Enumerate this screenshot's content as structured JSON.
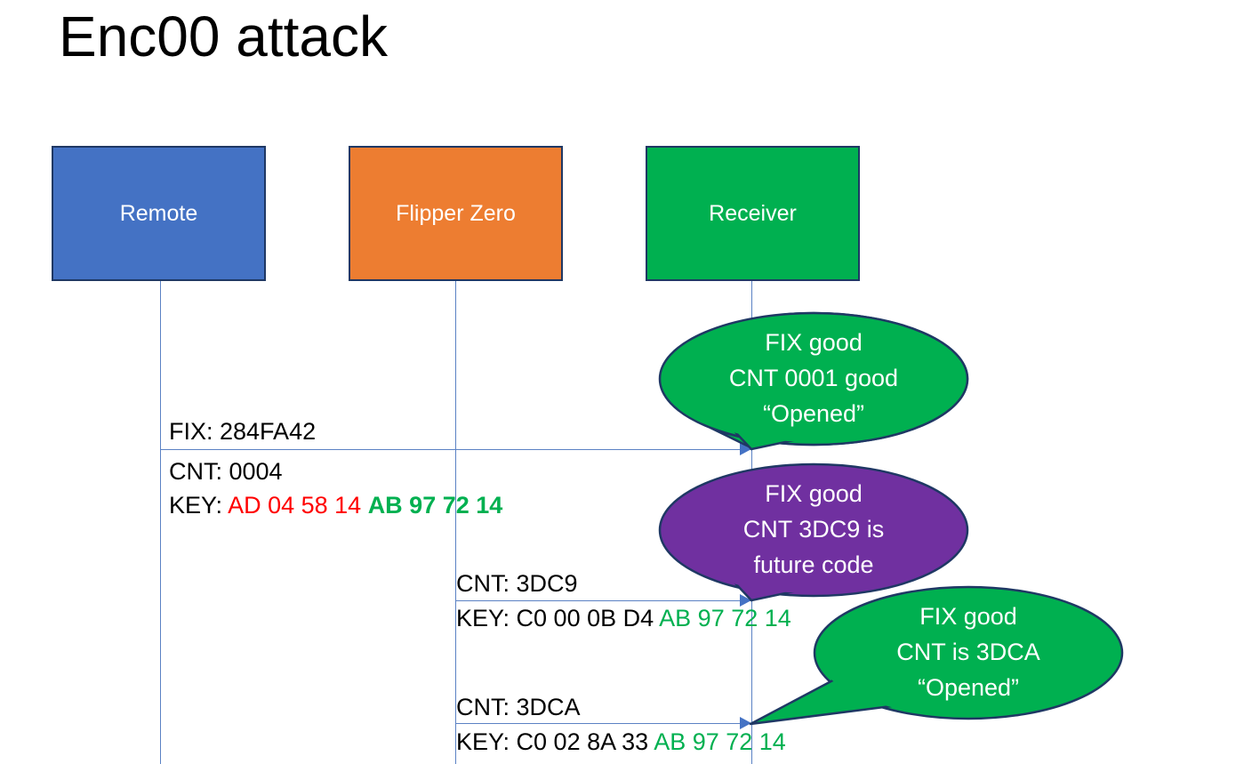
{
  "slide": {
    "title": "Enc00 attack",
    "background_color": "#FFFFFF"
  },
  "colors": {
    "remote": "#4472C4",
    "flipper": "#ED7D31",
    "receiver": "#00B050",
    "balloon_green": "#00B050",
    "balloon_purple": "#7030A0",
    "outline": "#1F3864",
    "lifeline": "#5B82C4",
    "key_red": "#FF0000",
    "key_green": "#00B050",
    "text_black": "#000000"
  },
  "actors": [
    {
      "name": "remote",
      "label": "Remote"
    },
    {
      "name": "flipper",
      "label": "Flipper Zero"
    },
    {
      "name": "receiver",
      "label": "Receiver"
    }
  ],
  "messages": [
    {
      "from": "remote",
      "to": "receiver",
      "fix_line": "FIX: 284FA42",
      "cnt_line": "CNT: 0004",
      "key_prefix": "KEY:",
      "key_part_a": "AD 04 58 14",
      "key_part_b": "AB 97 72 14"
    },
    {
      "from": "flipper",
      "to": "receiver",
      "cnt_line": "CNT: 3DC9",
      "key_prefix": "KEY: C0 00 0B D4",
      "key_part_b": "AB 97 72 14"
    },
    {
      "from": "flipper",
      "to": "receiver",
      "cnt_line": "CNT: 3DCA",
      "key_prefix": "KEY: C0 02 8A 33",
      "key_part_b": "AB 97 72 14"
    }
  ],
  "balloons": [
    {
      "name": "receiver-response-1",
      "color": "#00B050",
      "line1": "FIX good",
      "line2": "CNT 0001 good",
      "line3": "“Opened”"
    },
    {
      "name": "receiver-response-2",
      "color": "#7030A0",
      "line1": "FIX good",
      "line2": "CNT 3DC9 is",
      "line3": "future code"
    },
    {
      "name": "receiver-response-3",
      "color": "#00B050",
      "line1": "FIX good",
      "line2": "CNT is 3DCA",
      "line3": "“Opened”"
    }
  ]
}
